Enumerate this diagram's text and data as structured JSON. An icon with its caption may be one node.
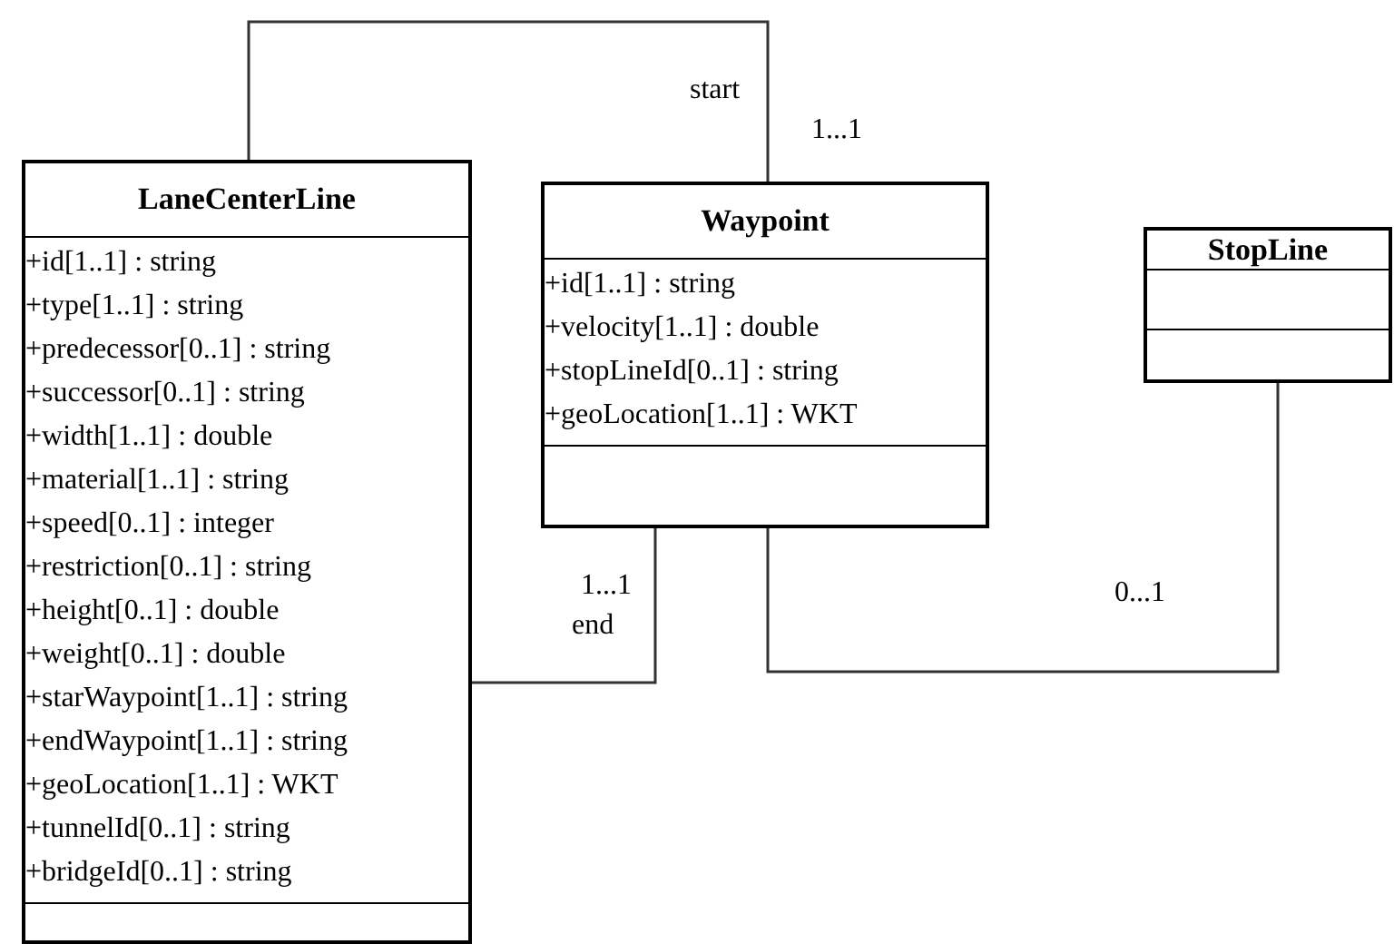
{
  "diagram": {
    "nodes": [
      {
        "text": [
          "LaneCenterLine",
          "+id[1..1] : string",
          "+type[1..1] : string",
          "+predecessor[0..1] : string",
          "+successor[0..1] : string",
          "+width[1..1] : double",
          "+material[1..1] : string",
          "+speed[0..1] : integer",
          "+restriction[0..1] : string",
          "+height[0..1] : double",
          "+weight[0..1] : double",
          "+starWaypoint[1..1] : string",
          "+endWaypoint[1..1] : string",
          "+geoLocation[1..1] : WKT",
          "+tunnelId[0..1] : string",
          "+bridgeId[0..1] : string"
        ]
      },
      {
        "text": [
          "Waypoint",
          "+id[1..1] : string",
          "+velocity[1..1] : double",
          "+stopLineId[0..1] : string",
          "+geoLocation[1..1] : WKT"
        ]
      },
      {
        "text": [
          "StopLine"
        ]
      }
    ],
    "edges": [
      {
        "from": 0,
        "to": 1,
        "arrow": "none",
        "label": "start"
      },
      {
        "from": 0,
        "to": 1,
        "arrow": "none",
        "label": "end"
      },
      {
        "from": 1,
        "to": 2,
        "arrow": "none",
        "label": "0...1"
      }
    ],
    "labels": [
      "1...1",
      "1...1"
    ]
  }
}
